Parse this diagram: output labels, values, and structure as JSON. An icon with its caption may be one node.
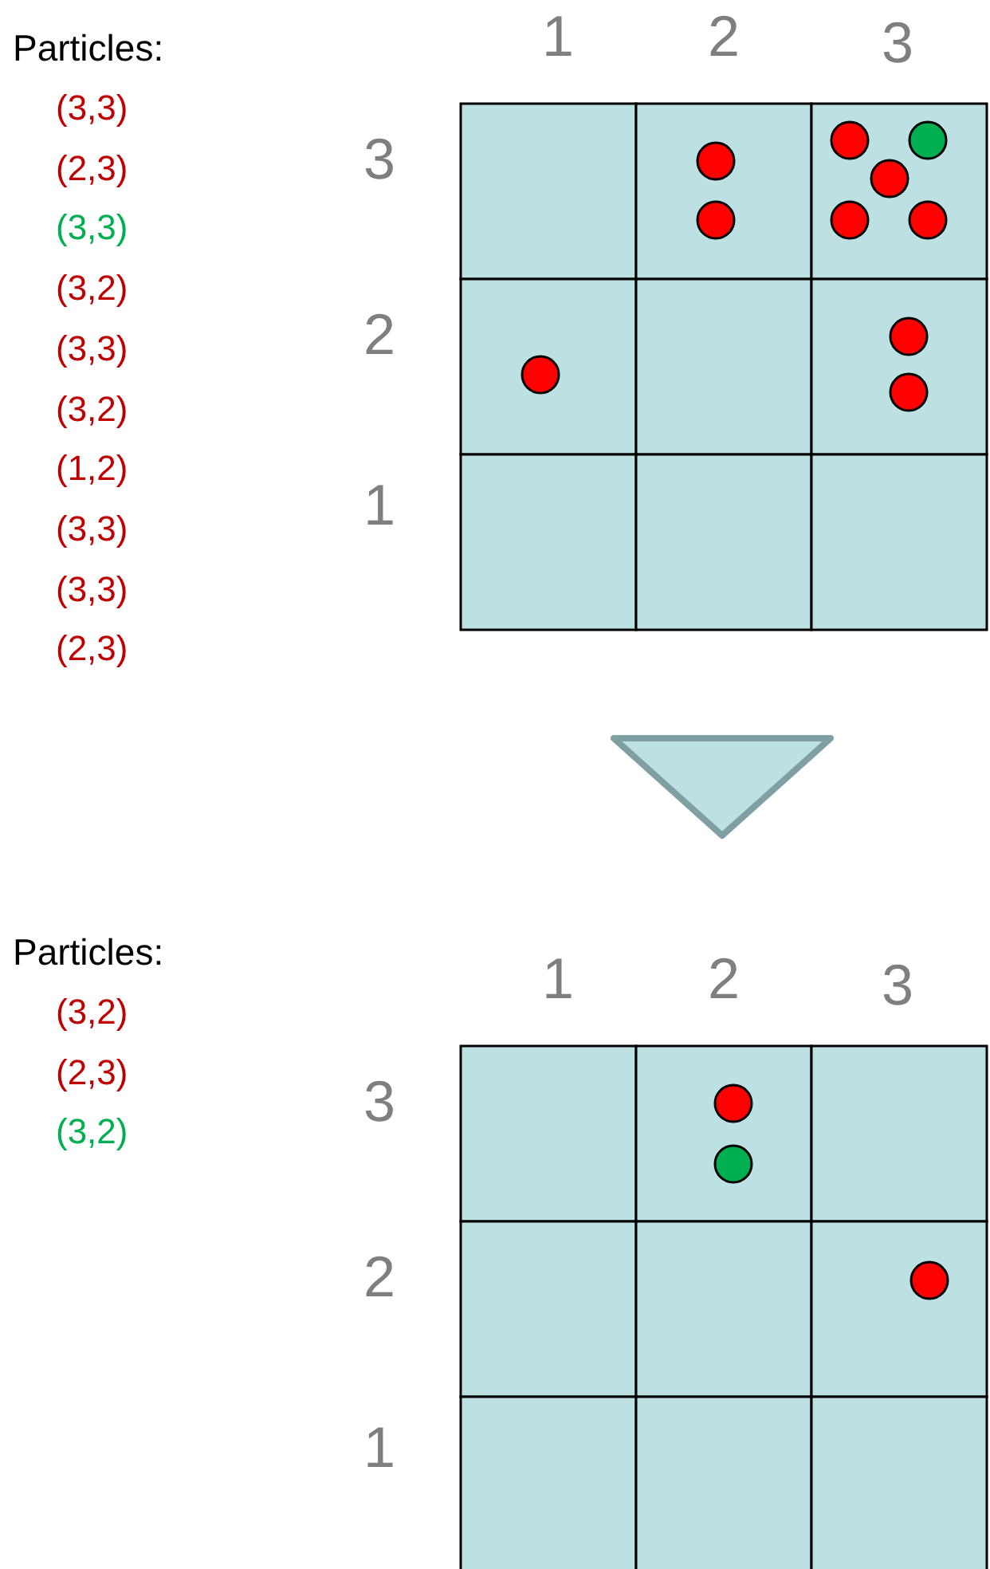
{
  "diagram": {
    "labels": [
      "Particles:",
      "(3,3)",
      "(2,3)",
      "(3,3)",
      "(3,2)",
      "(3,3)",
      "(3,2)",
      "(1,2)",
      "(3,3)",
      "(3,3)",
      "(2,3)",
      "1",
      "2",
      "3",
      "3",
      "2",
      "1",
      "Particles:",
      "(3,2)",
      "(2,3)",
      "(3,2)",
      "1",
      "2",
      "3",
      "3",
      "2",
      "1"
    ]
  }
}
